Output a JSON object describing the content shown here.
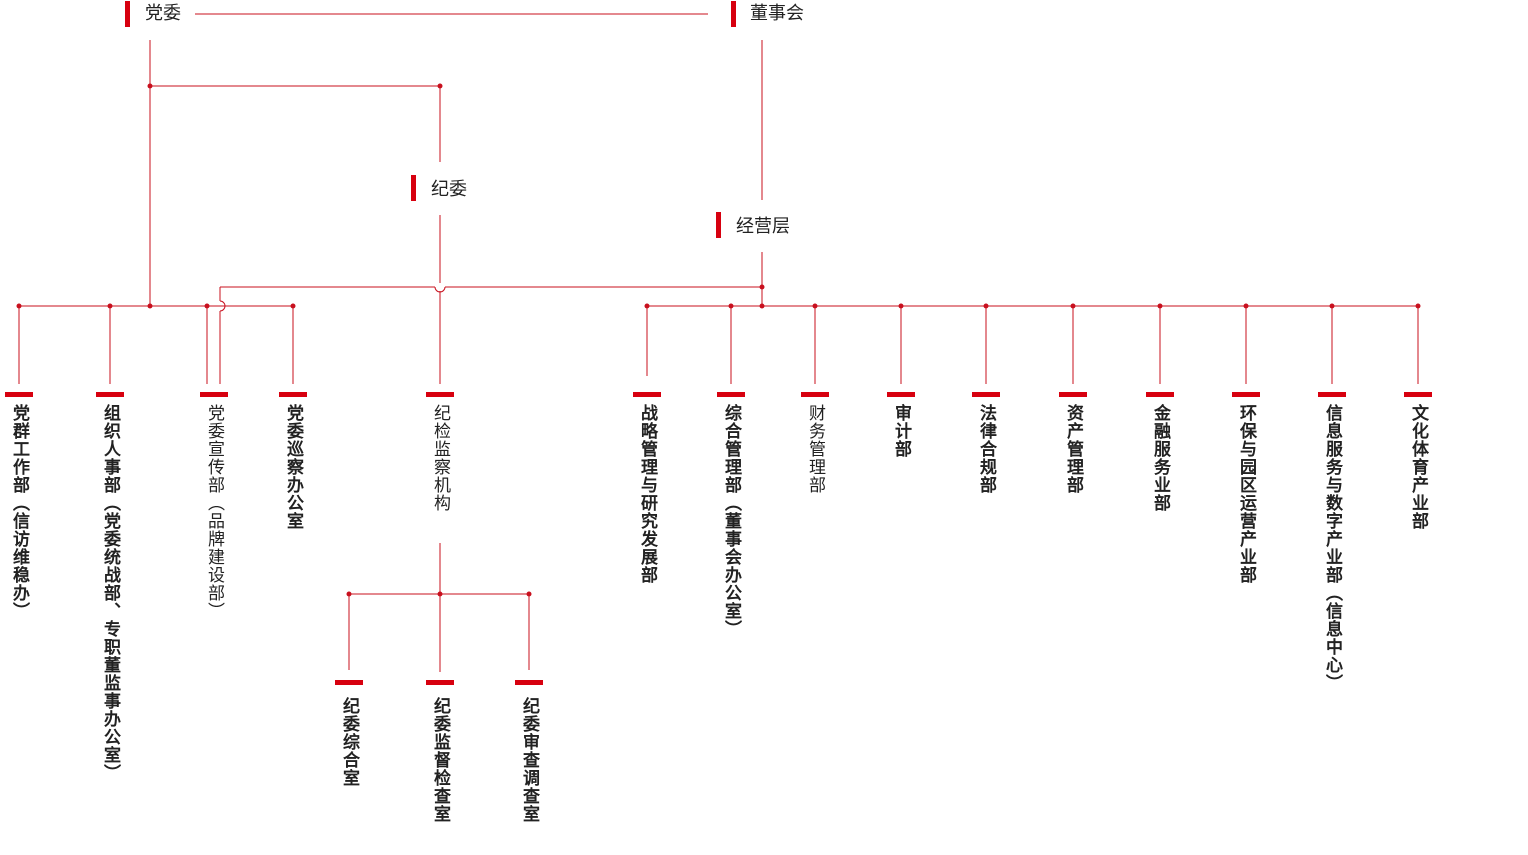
{
  "colors": {
    "accent": "#d7000f",
    "line": "#c8101e",
    "text": "#222222"
  },
  "diagram": {
    "party_committee": "党委",
    "board": "董事会",
    "discipline_committee": "纪委",
    "management": "经营层",
    "left_departments": [
      "党群工作部（信访维稳办）",
      "组织人事部（党委统战部、专职董监事办公室）",
      "党委宣传部（品牌建设部）",
      "党委巡察办公室"
    ],
    "discipline_body": "纪检监察机构",
    "discipline_offices": [
      "纪委综合室",
      "纪委监督检查室",
      "纪委审查调查室"
    ],
    "right_departments": [
      "战略管理与研究发展部",
      "综合管理部（董事会办公室）",
      "财务管理部",
      "审计部",
      "法律合规部",
      "资产管理部",
      "金融服务业部",
      "环保与园区运营产业部",
      "信息服务与数字产业部（信息中心）",
      "文化体育产业部"
    ]
  }
}
